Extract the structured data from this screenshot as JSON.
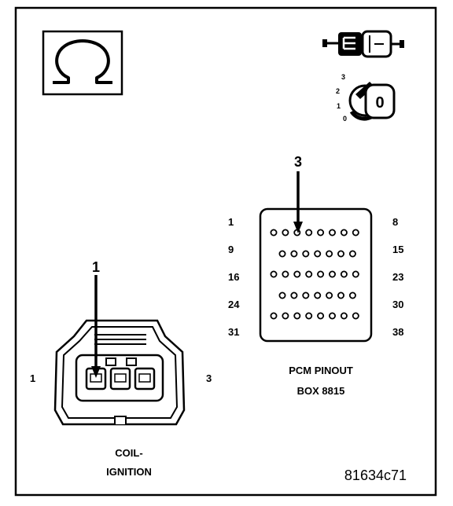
{
  "meter_symbol": "ohm-icon",
  "key_icon": {
    "positions": [
      "3",
      "2",
      "1",
      "0"
    ],
    "key_label": "0"
  },
  "pcm_connector": {
    "callout": "3",
    "row_labels_left": [
      "1",
      "9",
      "16",
      "24",
      "31"
    ],
    "row_labels_right": [
      "8",
      "15",
      "23",
      "30",
      "38"
    ],
    "pins_per_row": [
      8,
      7,
      8,
      7,
      8
    ],
    "caption_line1": "PCM PINOUT",
    "caption_line2": "BOX 8815"
  },
  "coil_connector": {
    "callout": "1",
    "left_label": "1",
    "right_label": "3",
    "caption_line1": "COIL-",
    "caption_line2": "IGNITION"
  },
  "figure_id": "81634c71"
}
